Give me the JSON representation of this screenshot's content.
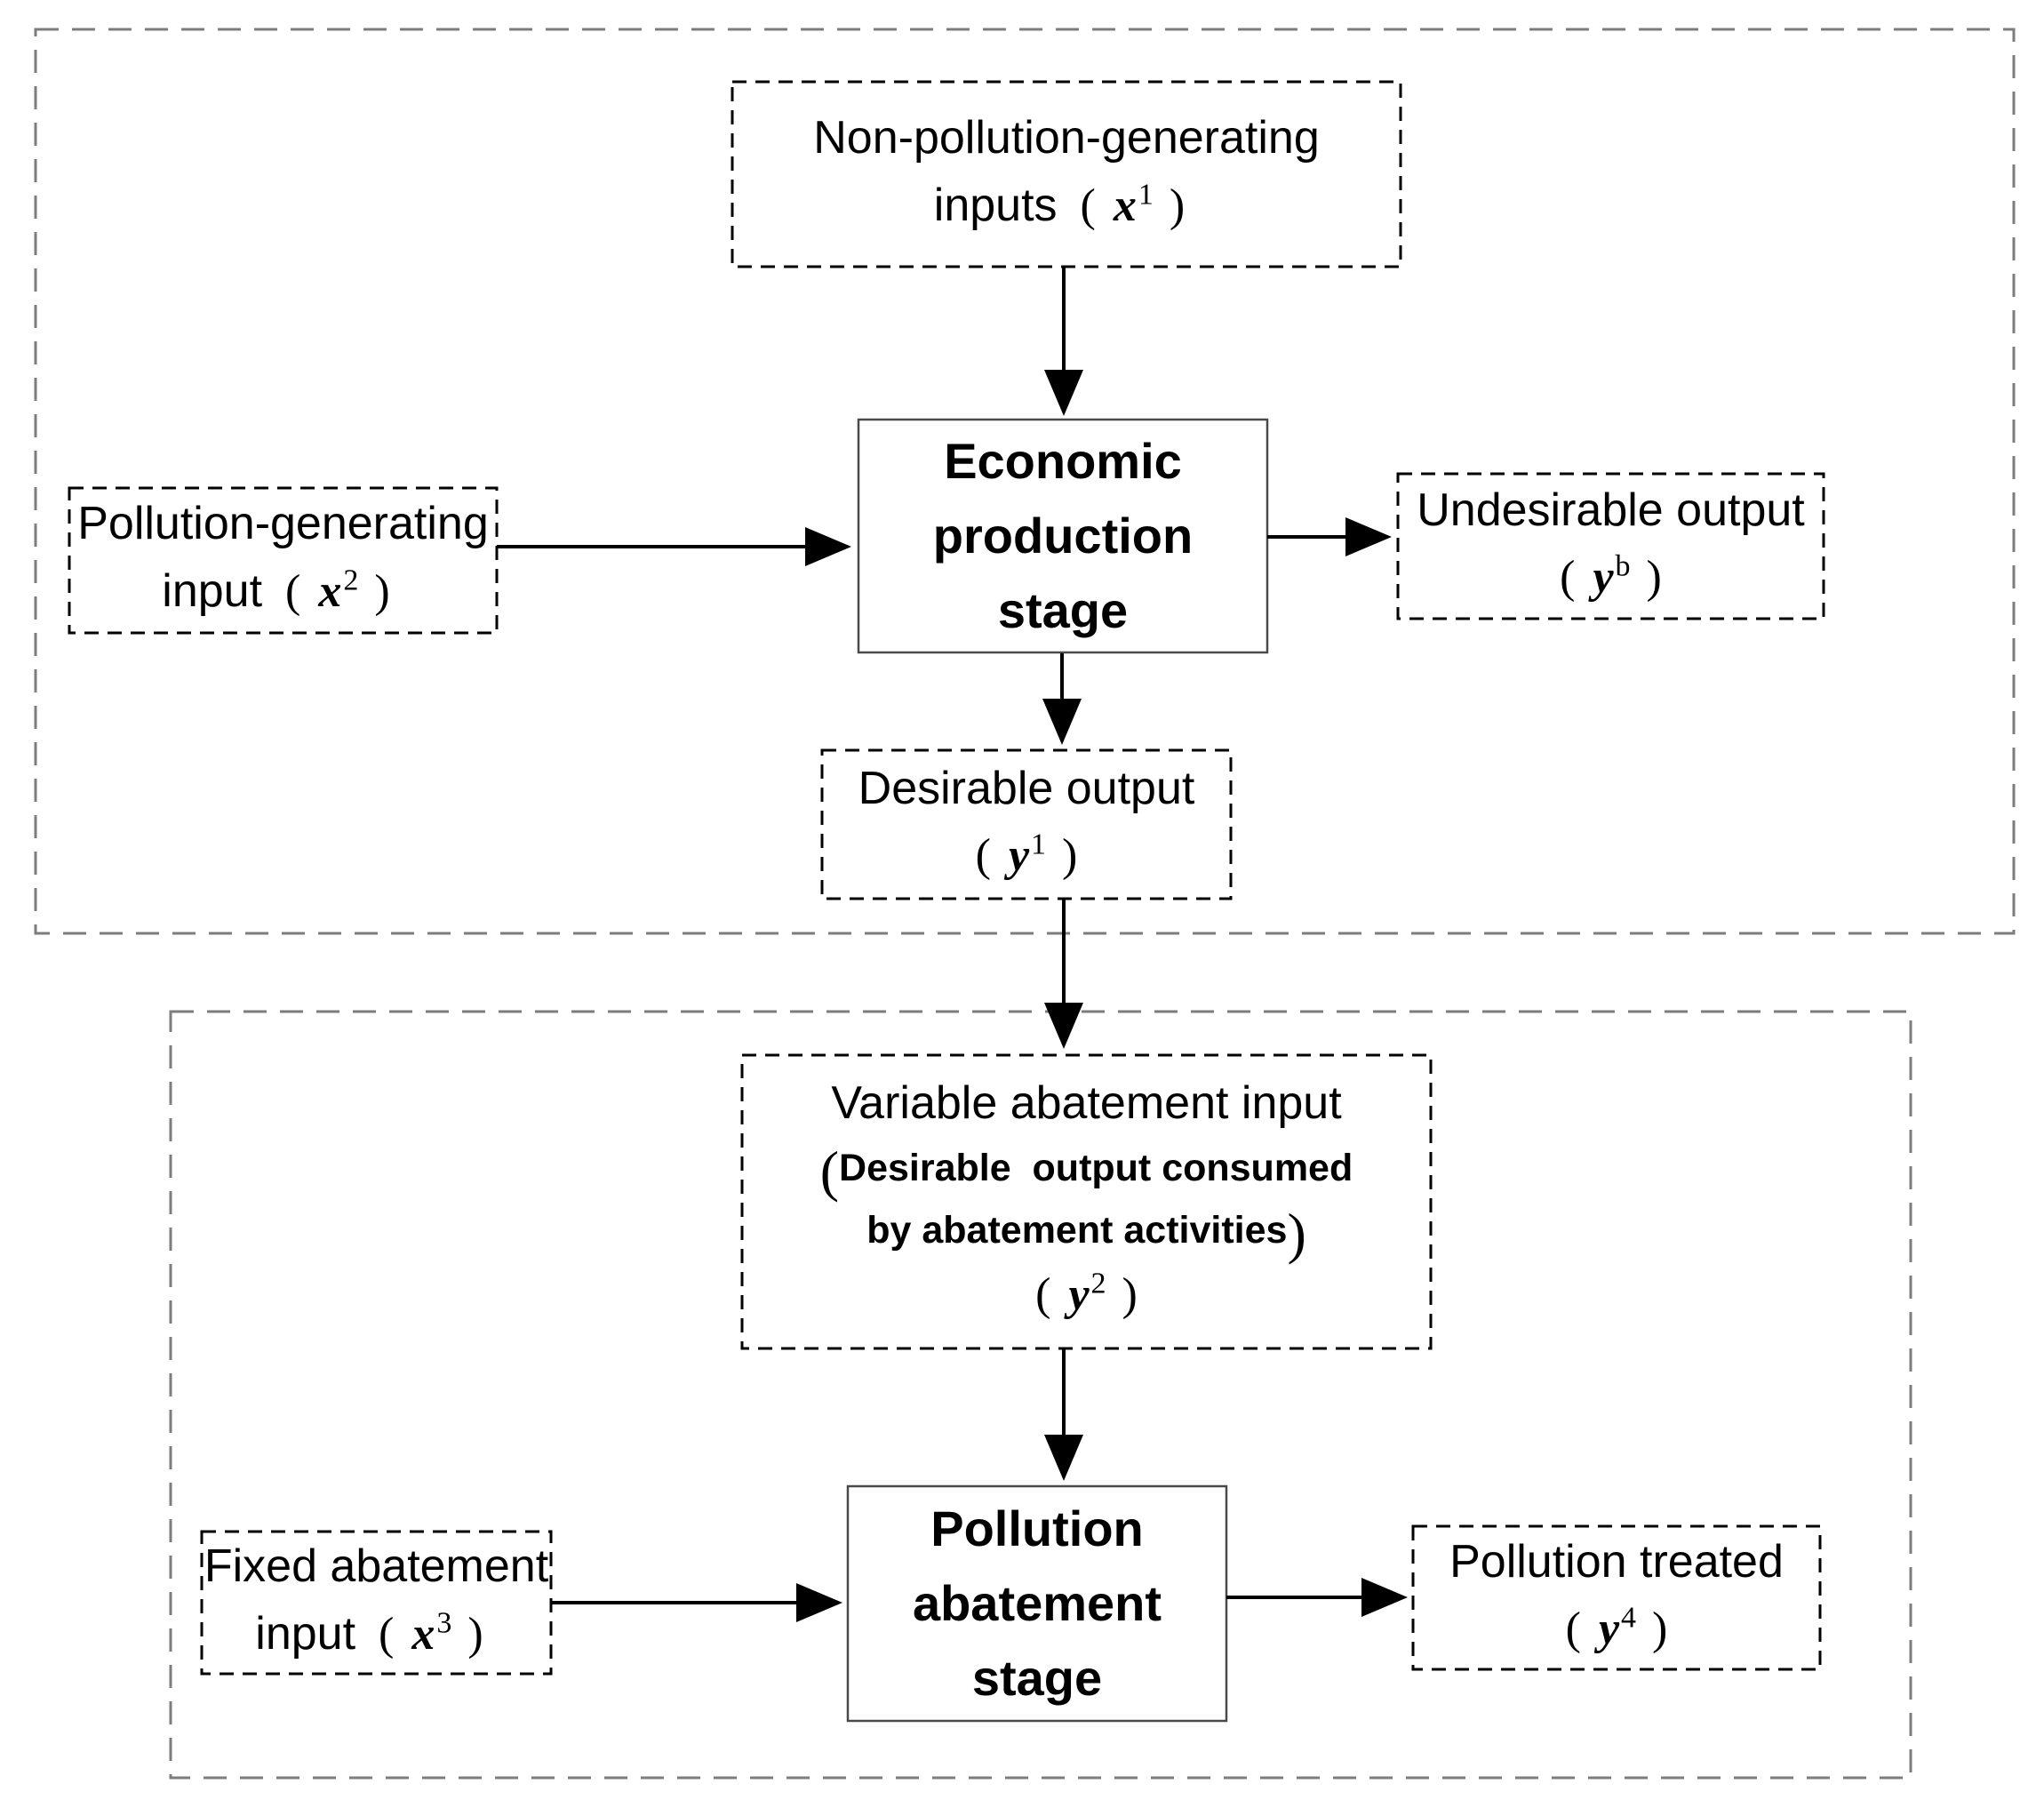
{
  "stage1": {
    "non_pollution_inputs": {
      "line1": "Non-pollution-generating",
      "label": "inputs",
      "open": "(",
      "symbol": "x",
      "sup": "1",
      "close": ")"
    },
    "pollution_generating_input": {
      "line1": "Pollution-generating",
      "label": "input",
      "open": "(",
      "symbol": "x",
      "sup": "2",
      "close": ")"
    },
    "economic_production_stage": {
      "line1": "Economic",
      "line2": "production",
      "line3": "stage"
    },
    "undesirable_output": {
      "line1": "Undesirable output",
      "open": "(",
      "symbol": "y",
      "sup": "b",
      "close": ")"
    },
    "desirable_output": {
      "line1": "Desirable output",
      "open": "(",
      "symbol": "y",
      "sup": "1",
      "close": ")"
    }
  },
  "stage2": {
    "variable_abatement_input": {
      "line1": "Variable abatement input",
      "paren_open": "(",
      "line2": "Desirable  output consumed",
      "line3": "by abatement activities",
      "paren_close": ")",
      "open": "(",
      "symbol": "y",
      "sup": "2",
      "close": ")"
    },
    "pollution_abatement_stage": {
      "line1": "Pollution",
      "line2": "abatement",
      "line3": "stage"
    },
    "fixed_abatement_input": {
      "line1": "Fixed abatement",
      "label": "input",
      "open": "(",
      "symbol": "x",
      "sup": "3",
      "close": ")"
    },
    "pollution_treated": {
      "line1": "Pollution treated",
      "open": "(",
      "symbol": "y",
      "sup": "4",
      "close": ")"
    }
  },
  "colors": {
    "background": "#ffffff",
    "text": "#000000",
    "inner_box_border": "#000000",
    "container_border": "#7d7d7d",
    "stage_box_border": "#4a4a4a",
    "arrow": "#000000"
  }
}
